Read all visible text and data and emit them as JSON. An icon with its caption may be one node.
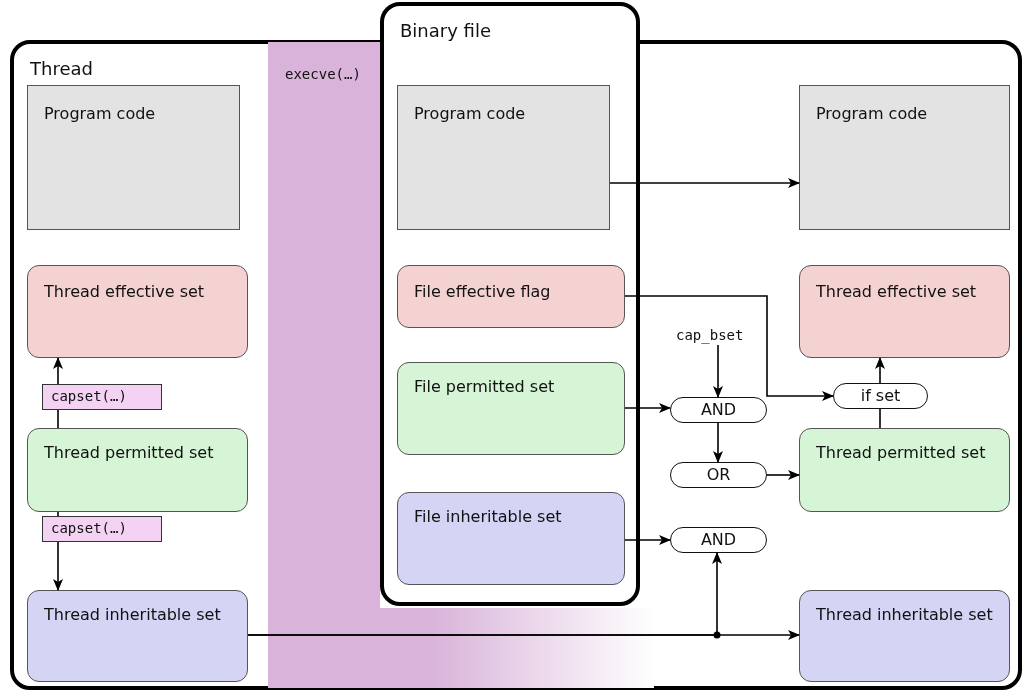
{
  "diagram": {
    "nodes": [
      {
        "text": [
          "Thread"
        ]
      },
      {
        "text": [
          "Binary file"
        ]
      },
      {
        "text": [
          "Program code"
        ],
        "in": 0
      },
      {
        "text": [
          "Thread effective set"
        ],
        "in": 0
      },
      {
        "text": [
          "capset(…)"
        ],
        "in": 0
      },
      {
        "text": [
          "Thread permitted set"
        ],
        "in": 0
      },
      {
        "text": [
          "capset(…)"
        ],
        "in": 0
      },
      {
        "text": [
          "Thread inheritable set"
        ],
        "in": 0
      },
      {
        "text": [
          "Program code"
        ],
        "in": 1
      },
      {
        "text": [
          "File effective flag"
        ],
        "in": 1
      },
      {
        "text": [
          "File permitted set"
        ],
        "in": 1
      },
      {
        "text": [
          "File inheritable set"
        ],
        "in": 1
      },
      {
        "text": [
          "cap_bset"
        ],
        "in": 0
      },
      {
        "text": [
          "AND"
        ],
        "in": 0
      },
      {
        "text": [
          "OR"
        ],
        "in": 0
      },
      {
        "text": [
          "AND"
        ],
        "in": 0
      },
      {
        "text": [
          "if set"
        ],
        "in": 0
      },
      {
        "text": [
          "Program code"
        ],
        "in": 0
      },
      {
        "text": [
          "Thread effective set"
        ],
        "in": 0
      },
      {
        "text": [
          "Thread permitted set"
        ],
        "in": 0
      },
      {
        "text": [
          "Thread inheritable set"
        ],
        "in": 0
      }
    ],
    "edges": [
      {
        "from": 5,
        "to": 4,
        "arrow": "none"
      },
      {
        "from": 4,
        "to": 3,
        "arrow": "to"
      },
      {
        "from": 5,
        "to": 6,
        "arrow": "none"
      },
      {
        "from": 6,
        "to": 7,
        "arrow": "to"
      },
      {
        "from": 8,
        "to": 17,
        "arrow": "to"
      },
      {
        "from": 9,
        "to": 16,
        "arrow": "to"
      },
      {
        "from": 12,
        "to": 13,
        "arrow": "to"
      },
      {
        "from": 10,
        "to": 13,
        "arrow": "to"
      },
      {
        "from": 13,
        "to": 14,
        "arrow": "to"
      },
      {
        "from": 14,
        "to": 19,
        "arrow": "to"
      },
      {
        "from": 11,
        "to": 15,
        "arrow": "to"
      },
      {
        "from": 7,
        "to": 20,
        "arrow": "to"
      },
      {
        "from": 7,
        "to": 15,
        "arrow": "to"
      },
      {
        "from": 19,
        "to": 16,
        "arrow": "none"
      },
      {
        "from": 16,
        "to": 18,
        "arrow": "to"
      }
    ],
    "labels": [
      "execve(…)"
    ]
  }
}
